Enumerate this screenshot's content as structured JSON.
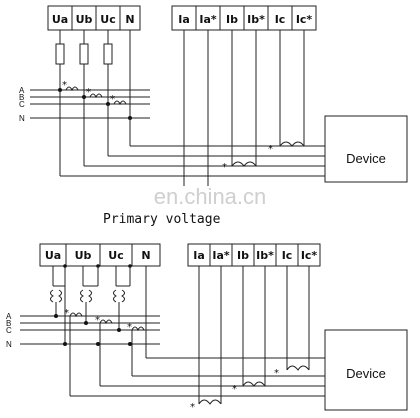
{
  "top": {
    "voltage_terminals": [
      "Ua",
      "Ub",
      "Uc",
      "N"
    ],
    "current_terminals": [
      "Ia",
      "Ia*",
      "Ib",
      "Ib*",
      "Ic",
      "Ic*"
    ],
    "bus_lines": [
      "A",
      "B",
      "C",
      "N"
    ],
    "device_label": "Device",
    "star_symbol": "*"
  },
  "watermark": "en.china.cn",
  "caption": "Primary voltage",
  "bottom": {
    "voltage_terminals": [
      "Ua",
      "Ub",
      "Uc",
      "N"
    ],
    "current_terminals": [
      "Ia",
      "Ia*",
      "Ib",
      "Ib*",
      "Ic",
      "Ic*"
    ],
    "bus_lines": [
      "A",
      "B",
      "C",
      "N"
    ],
    "device_label": "Device",
    "star_symbol": "*"
  }
}
